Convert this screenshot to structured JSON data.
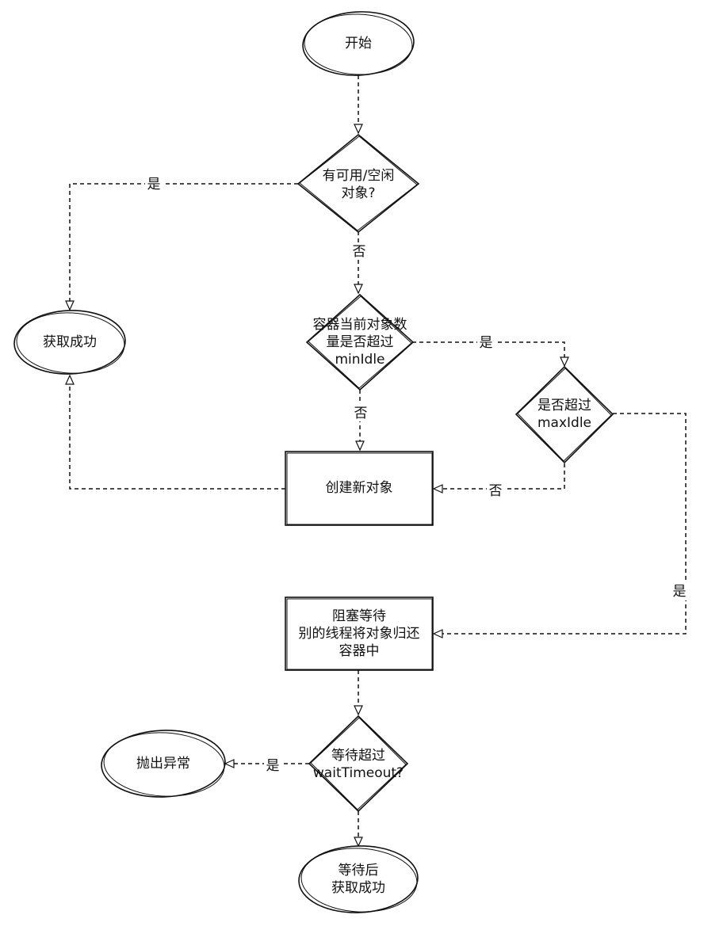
{
  "nodes": {
    "start": "开始",
    "has_idle": [
      "有可用/空闲",
      "对象?"
    ],
    "success": "获取成功",
    "exceed_min": [
      "容器当前对象数",
      "量是否超过",
      "minIdle"
    ],
    "exceed_max": [
      "是否超过",
      "maxIdle"
    ],
    "create": "创建新对象",
    "block_wait": [
      "阻塞等待",
      "别的线程将对象归还",
      "容器中"
    ],
    "wait_timeout": [
      "等待超过",
      "waitTimeout?"
    ],
    "throw": "抛出异常",
    "after_wait": [
      "等待后",
      "获取成功"
    ]
  },
  "edge_labels": {
    "idle_yes": "是",
    "idle_no": "否",
    "min_yes": "是",
    "min_no": "否",
    "max_no": "否",
    "max_yes": "是",
    "timeout_yes": "是"
  }
}
